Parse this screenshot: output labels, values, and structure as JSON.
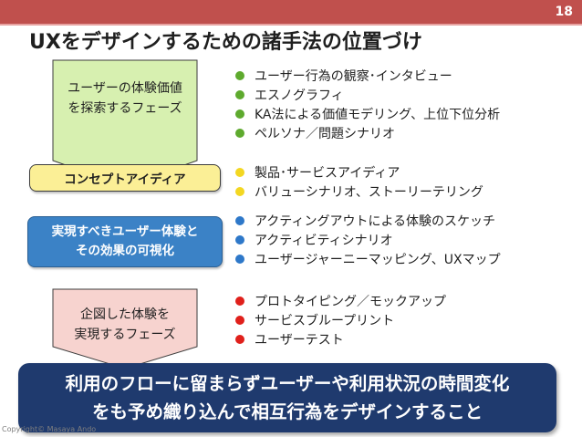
{
  "page": {
    "number": "18"
  },
  "title": "UXをデザインするための諸手法の位置づけ",
  "phases": [
    {
      "label": "ユーザーの体験価値\nを探索するフェーズ",
      "fill": "#d7f0b0",
      "bullet_color": "#5eaa2e",
      "items": [
        "ユーザー行為の観察･インタビュー",
        "エスノグラフィ",
        "KA法による価値モデリング、上位下位分析",
        "ペルソナ／問題シナリオ"
      ]
    },
    {
      "label": "コンセプトアイディア",
      "fill": "#fbef96",
      "bullet_color": "#f3d722",
      "items": [
        "製品･サービスアイディア",
        "バリューシナリオ、ストーリーテリング"
      ]
    },
    {
      "label": "実現すべきユーザー体験と\nその効果の可視化",
      "fill": "#3b82c6",
      "bullet_color": "#2e78c9",
      "items": [
        "アクティングアウトによる体験のスケッチ",
        "アクティビティシナリオ",
        "ユーザージャーニーマッピング、UXマップ"
      ]
    },
    {
      "label": "企図した体験を\n実現するフェーズ",
      "fill": "#f7d3cf",
      "bullet_color": "#e0201b",
      "items": [
        "プロトタイピング／モックアップ",
        "サービスブループリント",
        "ユーザーテスト"
      ]
    }
  ],
  "footer": {
    "line1": "利用のフローに留まらずユーザーや利用状況の時間変化",
    "line2": "をも予め織り込んで相互行為をデザインすること"
  },
  "copyright": "Copyright© Masaya Ando",
  "colors": {
    "accent": "#c0504d",
    "footer_bg": "#1f3a6e"
  }
}
